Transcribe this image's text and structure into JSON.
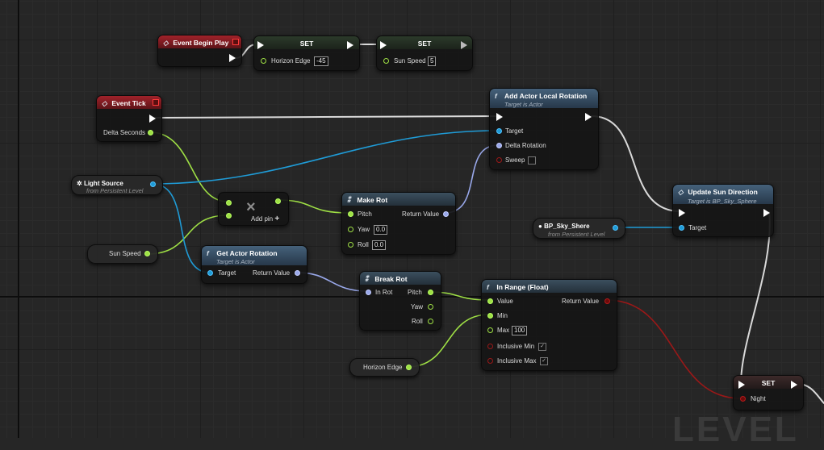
{
  "watermark": "LEVEL",
  "colors": {
    "exec_wire": "#d9d9d9",
    "float_wire": "#9fe045",
    "object_wire": "#1f9bd6",
    "rotator_wire": "#99a8ea",
    "bool_wire": "#9b1818",
    "event_header": "#a0222a",
    "function_header": "#45617a"
  },
  "event_begin_play": {
    "title": "Event Begin Play",
    "icon": "event-diamond-icon"
  },
  "set_horizon": {
    "title": "SET",
    "var_label": "Horizon Edge",
    "value": "-45"
  },
  "set_sun_speed": {
    "title": "SET",
    "var_label": "Sun Speed",
    "value": "5"
  },
  "event_tick": {
    "title": "Event Tick",
    "delta": "Delta Seconds"
  },
  "add_rotation": {
    "title": "Add Actor Local Rotation",
    "subtitle": "Target is Actor",
    "target": "Target",
    "delta": "Delta Rotation",
    "sweep": "Sweep"
  },
  "light_source": {
    "title": "Light Source",
    "subtitle": "from Persistent Level"
  },
  "multiply": {
    "add_pin": "Add pin"
  },
  "make_rot": {
    "title": "Make Rot",
    "pitch": "Pitch",
    "yaw": "Yaw",
    "yaw_value": "0.0",
    "roll": "Roll",
    "roll_value": "0.0",
    "return": "Return Value"
  },
  "update_sun": {
    "title": "Update Sun Direction",
    "subtitle": "Target is BP_Sky_Sphere",
    "target": "Target"
  },
  "bp_sky": {
    "title": "BP_Sky_Shere",
    "subtitle": "from Persistent Level"
  },
  "sun_speed_var": {
    "title": "Sun Speed"
  },
  "get_rotation": {
    "title": "Get Actor Rotation",
    "subtitle": "Target is Actor",
    "target": "Target",
    "return": "Return Value"
  },
  "break_rot": {
    "title": "Break Rot",
    "in_rot": "In Rot",
    "pitch": "Pitch",
    "yaw": "Yaw",
    "roll": "Roll"
  },
  "in_range": {
    "title": "In Range (Float)",
    "value": "Value",
    "min": "Min",
    "max": "Max",
    "max_value": "100",
    "inc_min": "Inclusive Min",
    "inc_max": "Inclusive Max",
    "return": "Return Value"
  },
  "horizon_var": {
    "title": "Horizon Edge"
  },
  "set_night": {
    "title": "SET",
    "var_label": "Night"
  }
}
